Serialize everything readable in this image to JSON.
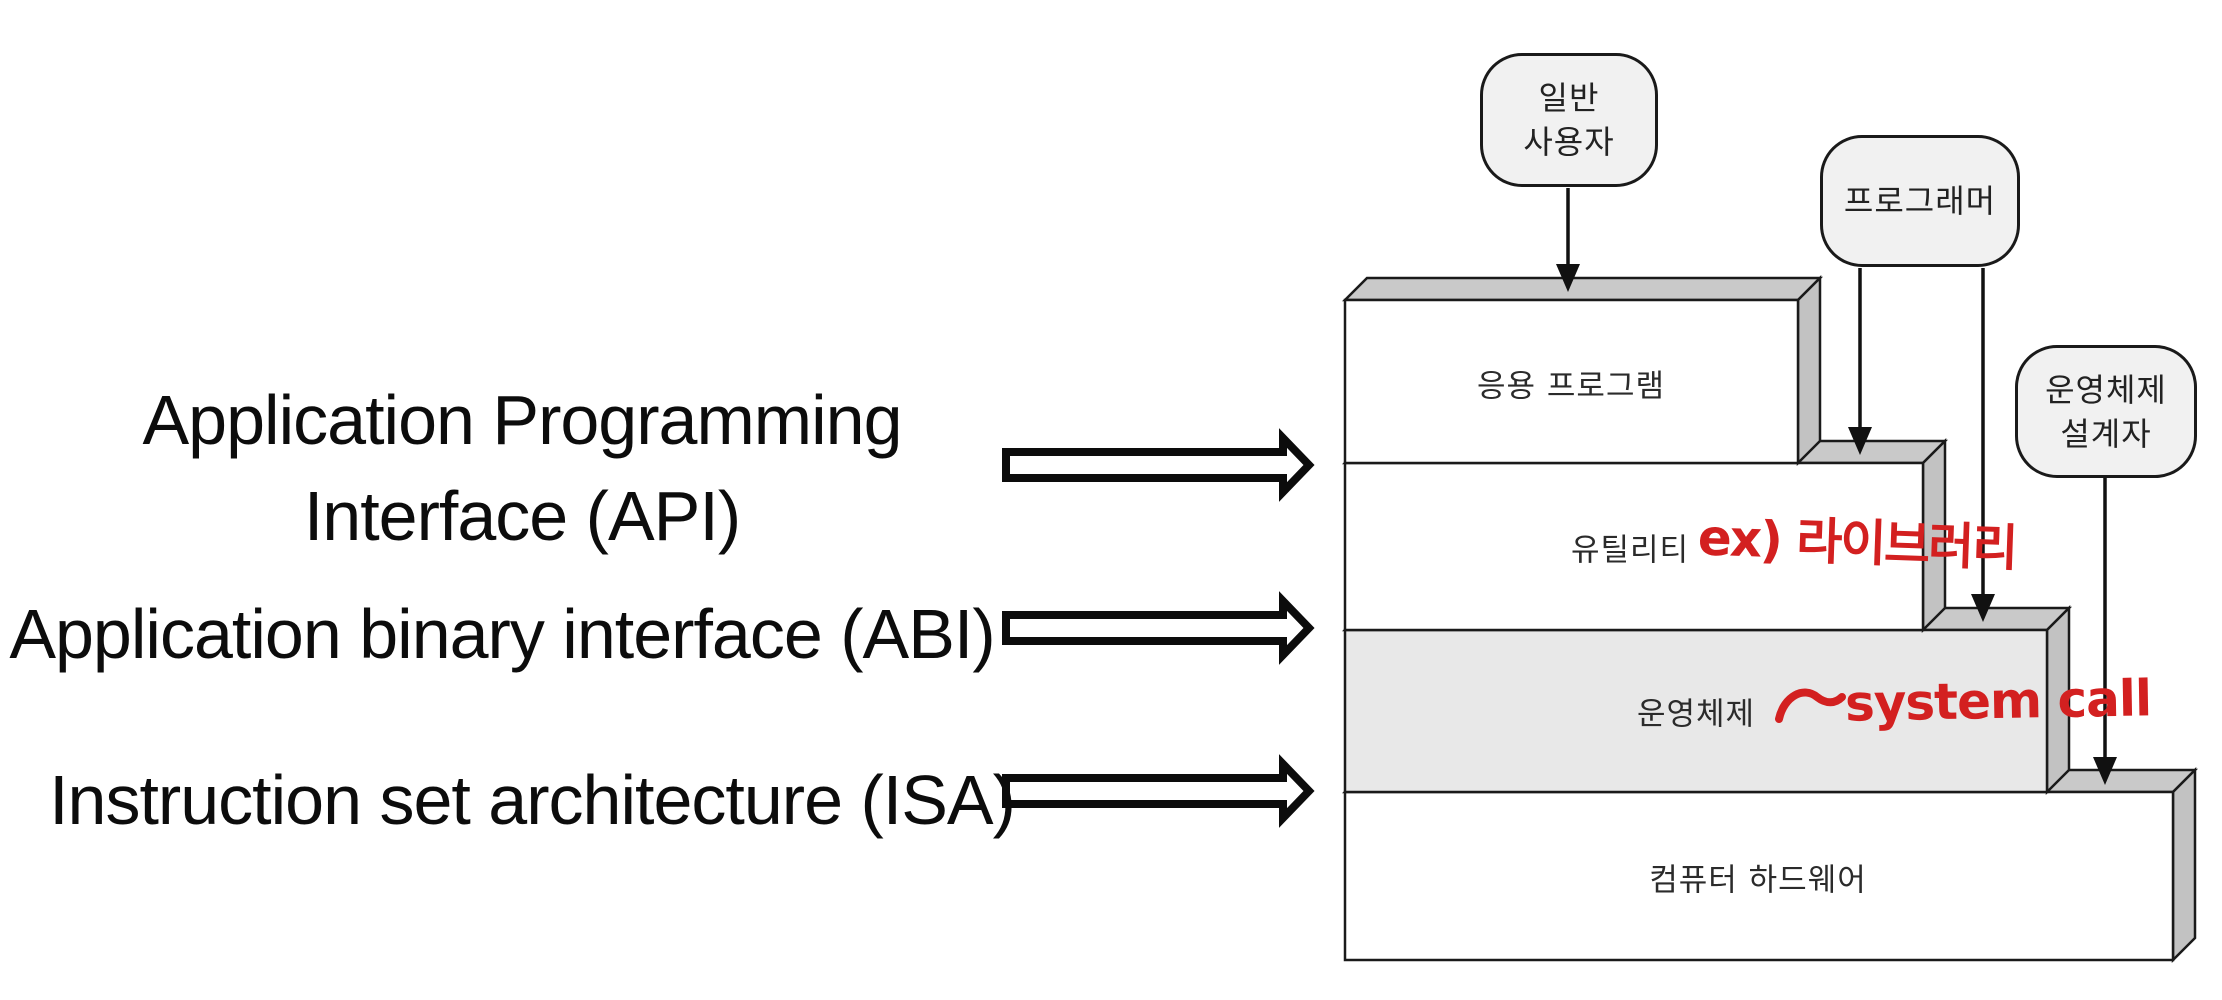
{
  "left_labels": {
    "api": {
      "line1": "Application Programming",
      "line2": "Interface (API)"
    },
    "abi": {
      "text": "Application binary interface (ABI)"
    },
    "isa": {
      "text": "Instruction set architecture (ISA)"
    }
  },
  "actors": {
    "general_user": {
      "line1": "일반",
      "line2": "사용자"
    },
    "programmer": {
      "line1": "프로그래머"
    },
    "os_designer": {
      "line1": "운영체제",
      "line2": "설계자"
    }
  },
  "layers": {
    "applications": {
      "label": "응용 프로그램"
    },
    "utilities": {
      "label": "유틸리티"
    },
    "os": {
      "label": "운영체제"
    },
    "hardware": {
      "label": "컴퓨터 하드웨어"
    }
  },
  "annotations": {
    "library": {
      "text": "ex) 라이브러리",
      "color": "#d32020"
    },
    "system_call": {
      "text": "system call",
      "color": "#d32020"
    }
  },
  "colors": {
    "background": "#ffffff",
    "outline": "#1a1a1a",
    "layer_front_default": "#ffffff",
    "layer_front_os": "#e8e8e8",
    "layer_top_face": "#c9c9c9",
    "layer_side_face": "#c2c2c2",
    "actor_box_fill": "#f1f1f1",
    "annotation_red": "#d32020",
    "text_black": "#0c0c0c",
    "korean_text": "#2b2b2b"
  }
}
